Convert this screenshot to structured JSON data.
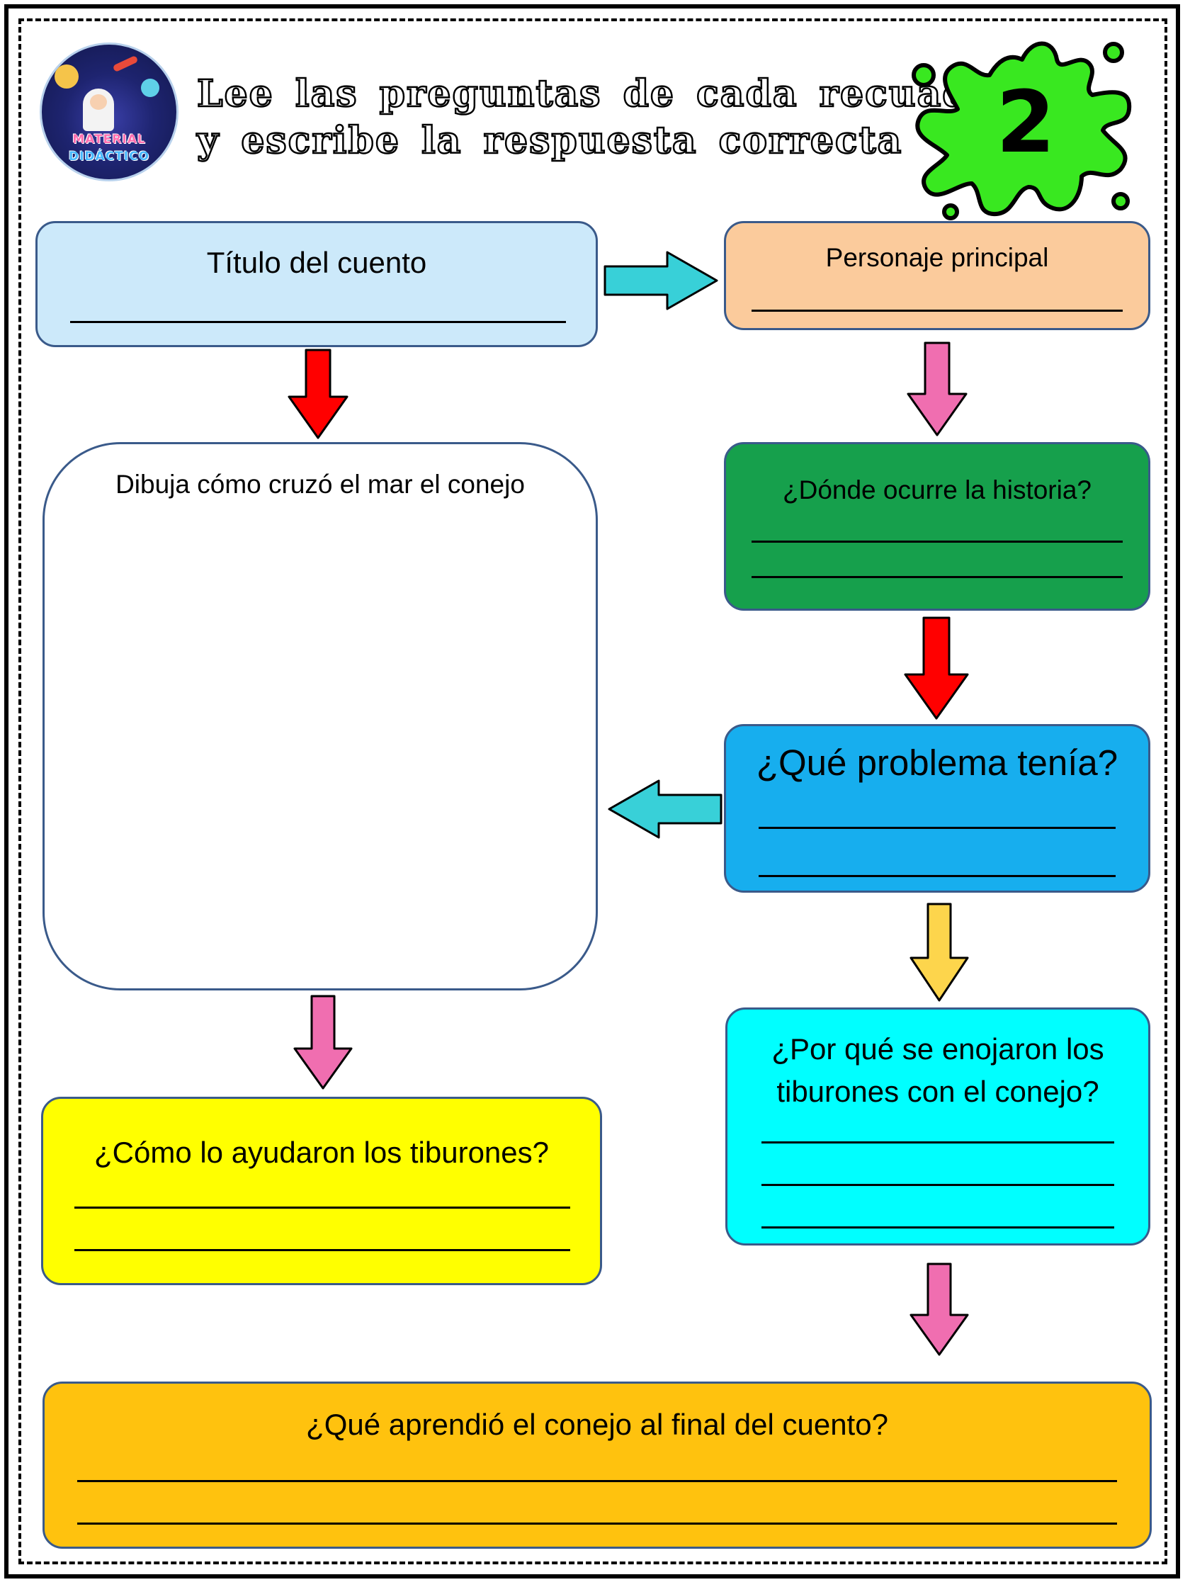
{
  "logo": {
    "line1": "MATERIAL",
    "line2": "DIDÁCTICO"
  },
  "header": {
    "title_line1": "Lee las preguntas de cada recuadro",
    "title_line2": "y escribe la respuesta correcta",
    "badge_number": "2"
  },
  "boxes": {
    "titulo": {
      "label": "Título del cuento",
      "color": "#cce9fa"
    },
    "personaje": {
      "label": "Personaje principal",
      "color": "#fbcb9c"
    },
    "dibuja": {
      "label": "Dibuja cómo cruzó el mar el conejo",
      "color": "#ffffff"
    },
    "donde": {
      "label": "¿Dónde ocurre la historia?",
      "color": "#16a04c"
    },
    "problema": {
      "label": "¿Qué problema tenía?",
      "color": "#17aeee"
    },
    "ayudaron": {
      "label": "¿Cómo lo ayudaron los tiburones?",
      "color": "#ffff00"
    },
    "enojaron": {
      "label": "¿Por qué se enojaron los tiburones con el conejo?",
      "color": "#00ffff"
    },
    "aprendio": {
      "label": "¿Qué aprendió el conejo al final del cuento?",
      "color": "#ffc20e"
    }
  },
  "colors": {
    "arrow_red": "#ff0000",
    "arrow_pink": "#f06eb0",
    "arrow_cyan": "#38d0d8",
    "arrow_yellow": "#fdd54c",
    "splat_green": "#39e820",
    "box_border": "#3a5a8a"
  },
  "icons": {
    "logo": "material-didactico-logo",
    "splat": "green-splat-badge",
    "arrows": "flow-arrow"
  }
}
